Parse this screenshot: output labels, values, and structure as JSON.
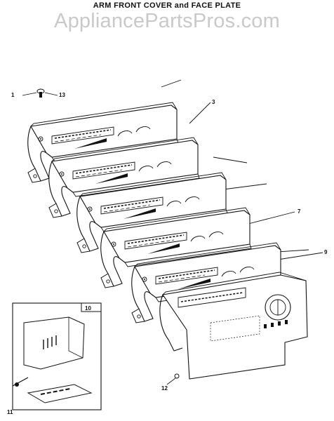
{
  "header": {
    "title": "ARM FRONT COVER and FACE PLATE",
    "watermark": "AppliancePartsPros.com"
  },
  "callouts": [
    {
      "id": "1",
      "label": "1"
    },
    {
      "id": "13",
      "label": "13"
    },
    {
      "id": "3",
      "label": "3"
    },
    {
      "id": "7",
      "label": "7"
    },
    {
      "id": "9",
      "label": "9"
    },
    {
      "id": "10",
      "label": "10"
    },
    {
      "id": "11",
      "label": "11"
    },
    {
      "id": "12",
      "label": "12"
    }
  ],
  "colors": {
    "line": "#111111",
    "watermark": "#c9c9c9",
    "background": "#ffffff"
  }
}
